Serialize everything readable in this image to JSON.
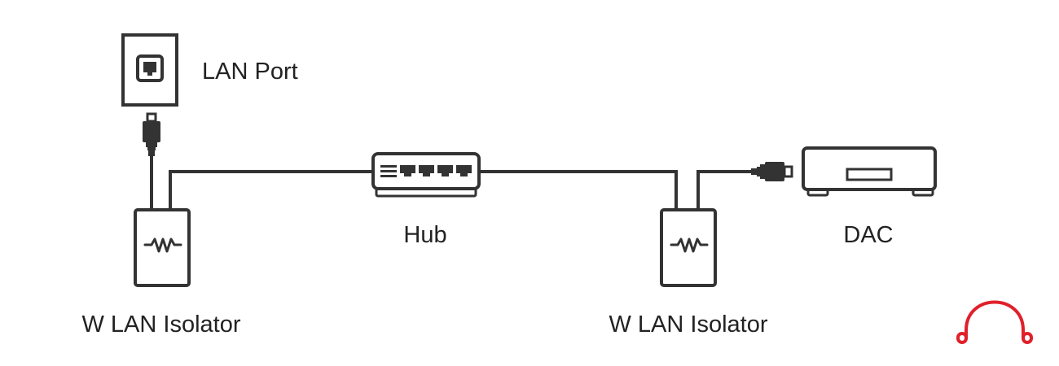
{
  "labels": {
    "lan_port": "LAN Port",
    "hub": "Hub",
    "dac": "DAC",
    "isolator_left": "W LAN Isolator",
    "isolator_right": "W LAN Isolator"
  },
  "icons": {
    "lan_port": "ethernet-wall-port-icon",
    "hub": "network-hub-icon",
    "dac": "dac-device-icon",
    "isolator": "lan-isolator-icon",
    "plug": "rj45-plug-icon",
    "brand": "headphones-logo"
  },
  "colors": {
    "stroke": "#333333",
    "text": "#222222",
    "brand": "#e0202a"
  }
}
